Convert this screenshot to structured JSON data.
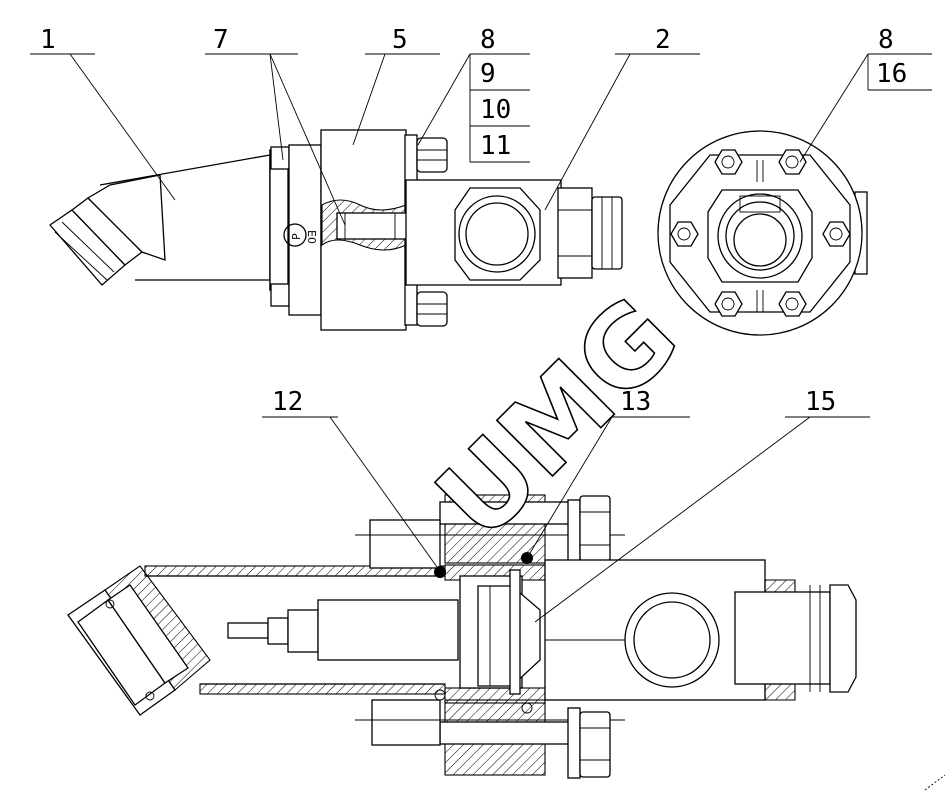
{
  "callouts": {
    "top_view": [
      "1",
      "7",
      "5",
      "8",
      "9",
      "10",
      "11",
      "2"
    ],
    "end_view": [
      "8",
      "16"
    ],
    "section_view": [
      "12",
      "13",
      "15"
    ]
  },
  "watermark": "UMG",
  "body_marking": [
    "P",
    "E0"
  ]
}
